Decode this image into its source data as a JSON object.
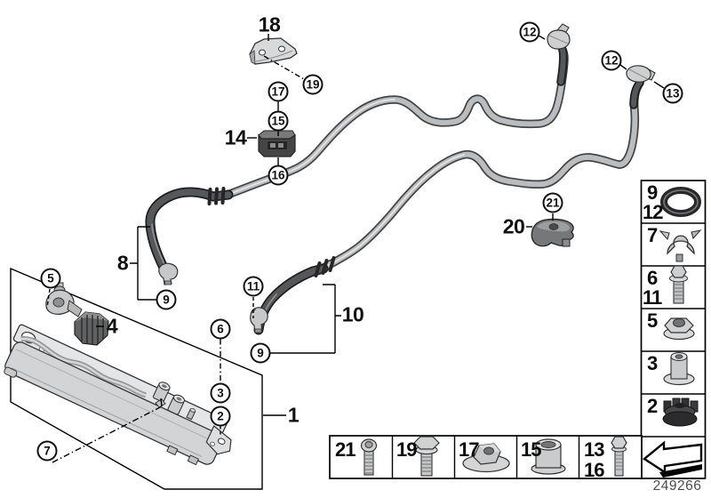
{
  "drawing": {
    "number": "249266"
  },
  "callouts": {
    "plain": {
      "p18": "18",
      "p14": "14",
      "p8": "8",
      "p20": "20",
      "p10": "10",
      "p4": "4",
      "p1": "1"
    },
    "circled": {
      "c19": "19",
      "c17": "17",
      "c15": "15",
      "c16": "16",
      "c12a": "12",
      "c12b": "12",
      "c13": "13",
      "c21": "21",
      "c11": "11",
      "c9a": "9",
      "c9b": "9",
      "c5": "5",
      "c6": "6",
      "c3": "3",
      "c2": "2",
      "c7": "7"
    }
  },
  "legend": {
    "sidebar": {
      "r1a": "9",
      "r1b": "12",
      "r2": "7",
      "r3a": "6",
      "r3b": "11",
      "r4": "5",
      "r5": "3",
      "r6": "2"
    },
    "bottom": {
      "c1": "21",
      "c2": "19",
      "c3": "17",
      "c4": "15",
      "c5a": "13",
      "c5b": "16"
    },
    "icons": {
      "row1": "o-ring-icon",
      "row2": "spring-clip-icon",
      "row3": "hex-bolt-icon",
      "row4": "flange-nut-icon",
      "row5": "spacer-bushing-icon",
      "row6": "rubber-grommet-icon",
      "row7": "direction-arrow-icon",
      "b1": "torx-screw-icon",
      "b2": "flange-bolt-icon",
      "b3": "plastic-nut-icon",
      "b4": "sleeve-bushing-icon",
      "b5": "hex-bolt-icon"
    }
  }
}
